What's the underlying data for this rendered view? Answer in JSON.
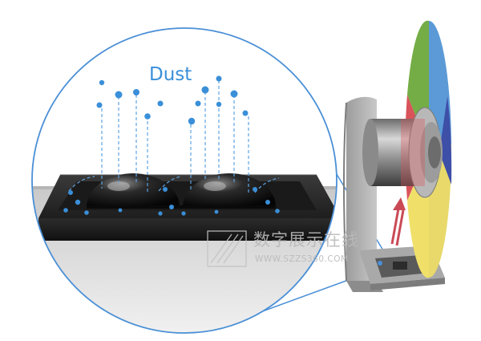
{
  "diagram": {
    "dust_label": "Dust",
    "watermark": {
      "site_name": "数字展示在线",
      "url": "WWW.SZZS360.COM"
    },
    "colors": {
      "magnifier_outline": "#4a8fd6",
      "dust_particles": "#3a8fd8",
      "chip_base": "#2a2a2a",
      "wheel_green": "#74ad45",
      "wheel_blue": "#5b9ad6",
      "wheel_red": "#d9535a",
      "wheel_yellow": "#f0e06a",
      "wheel_indigo": "#3e4fa8"
    }
  }
}
